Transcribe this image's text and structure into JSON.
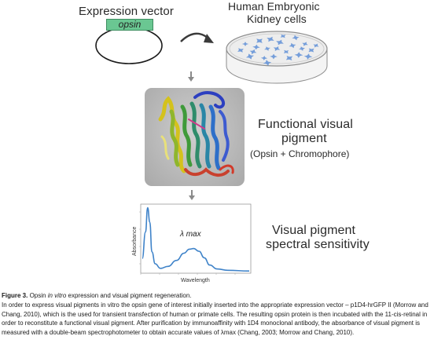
{
  "expression_vector": {
    "title": "Expression vector",
    "gene_label": "opsin"
  },
  "cells": {
    "line1": "Human Embryonic",
    "line2": "Kidney cells"
  },
  "pigment": {
    "line1": "Functional visual",
    "line2": "pigment",
    "subtitle": "(Opsin + Chromophore)"
  },
  "spectrum": {
    "title_line1": "Visual pigment",
    "title_line2": "spectral sensitivity"
  },
  "chart_data": {
    "type": "line",
    "title": "",
    "xlabel": "Wavelength",
    "ylabel": "Absorbance",
    "annotation": "λ max",
    "series": [
      {
        "points": [
          [
            0.0,
            0.2
          ],
          [
            0.03,
            0.6
          ],
          [
            0.05,
            0.97
          ],
          [
            0.07,
            0.75
          ],
          [
            0.09,
            0.3
          ],
          [
            0.12,
            0.12
          ],
          [
            0.17,
            0.05
          ],
          [
            0.24,
            0.08
          ],
          [
            0.32,
            0.17
          ],
          [
            0.39,
            0.28
          ],
          [
            0.44,
            0.34
          ],
          [
            0.48,
            0.35
          ],
          [
            0.53,
            0.31
          ],
          [
            0.58,
            0.21
          ],
          [
            0.63,
            0.1
          ],
          [
            0.7,
            0.04
          ],
          [
            0.8,
            0.02
          ],
          [
            1.0,
            0.01
          ]
        ]
      }
    ],
    "line_color": "#3f83c9"
  },
  "caption": {
    "label": "Figure 3.",
    "title_pre": "Opsin",
    "title_em": "in vitro",
    "title_post": "expression and visual pigment regeneration.",
    "body": "In order to express visual pigments in vitro the opsin gene of interest initially inserted into the appropriate expression vector – p1D4-hrGFP II (Morrow and Chang, 2010), which is the used for transient transfection of human or primate cells. The resulting opsin protein is then incubated with the 11-cis-retinal in order to reconstitute a functional visual pigment. After purification by immunoaffinity with 1D4 monoclonal antibody, the absorbance of visual pigment is measured with a double-beam spectrophotometer to obtain accurate values of λmax (Chang, 2003; Morrow and Chang, 2010)."
  },
  "colors": {
    "gene_box": "#6ac792",
    "cell": "#5f8fd6",
    "spectrum_line": "#3f83c9",
    "protein_panel": "#b4b4b4"
  }
}
